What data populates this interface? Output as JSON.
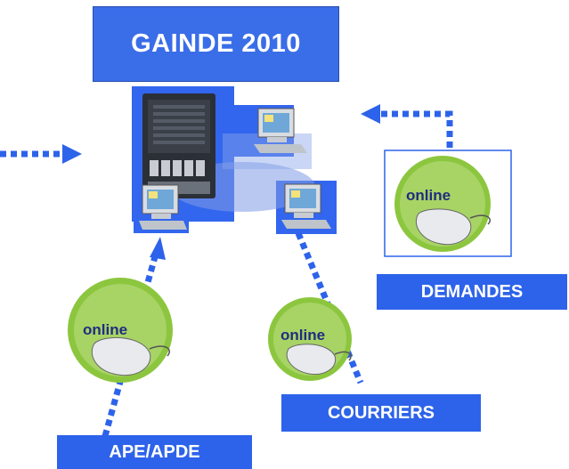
{
  "title": "GAINDE 2010",
  "labels": {
    "demandes": "DEMANDES",
    "courriers": "COURRIERS",
    "ape": "APE/APDE"
  },
  "online_text": "online",
  "colors": {
    "accent": "#2d63ea",
    "arrow": "#2d63ea",
    "online_green": "#8cc63f"
  },
  "icons": [
    "server-icon",
    "computer-icon",
    "online-mouse-icon",
    "dotted-arrow-icon"
  ]
}
